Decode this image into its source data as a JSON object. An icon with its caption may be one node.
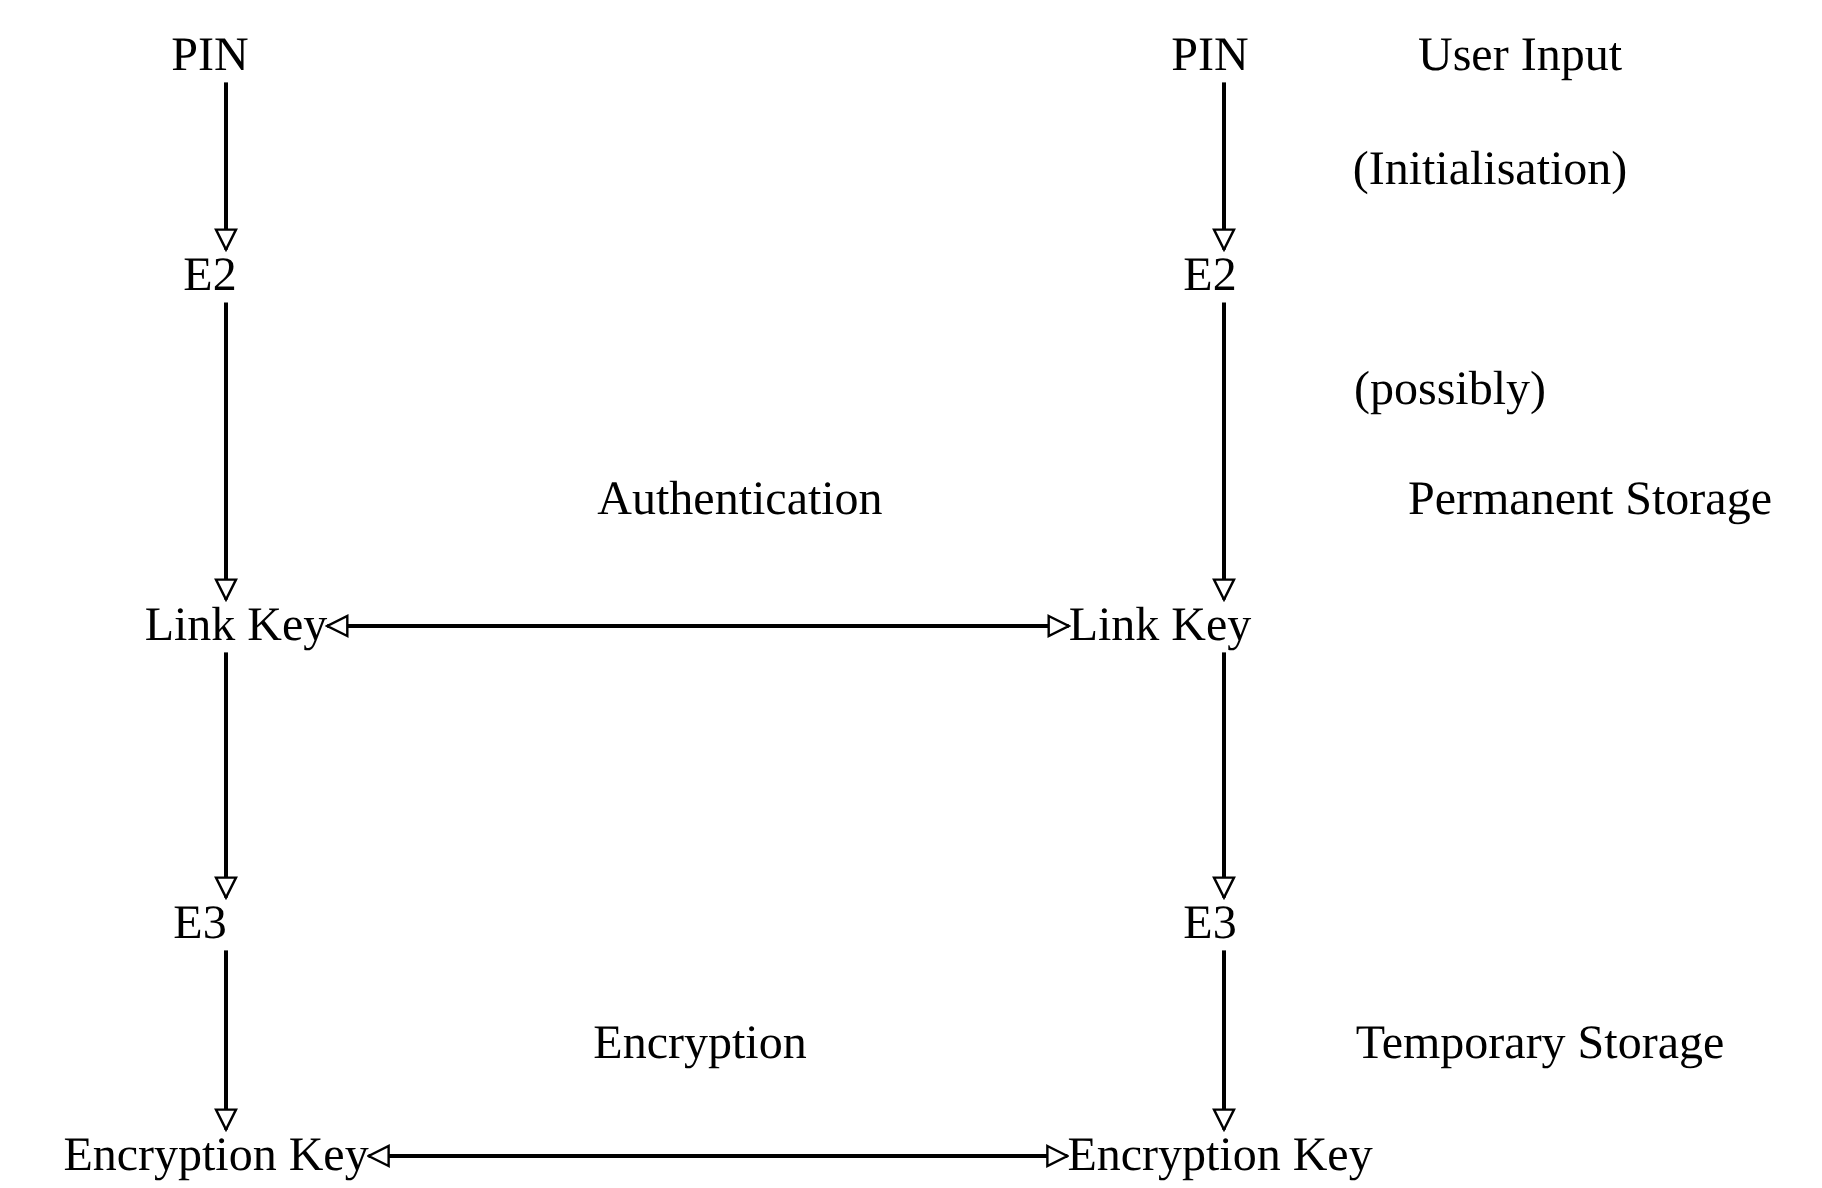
{
  "diagram": {
    "nodes": [
      {
        "text": [
          "PIN"
        ]
      },
      {
        "text": [
          "E2"
        ]
      },
      {
        "text": [
          "Link Key"
        ]
      },
      {
        "text": [
          "E3"
        ]
      },
      {
        "text": [
          "Encryption Key"
        ]
      },
      {
        "text": [
          "PIN"
        ]
      },
      {
        "text": [
          "E2"
        ]
      },
      {
        "text": [
          "Link Key"
        ]
      },
      {
        "text": [
          "E3"
        ]
      },
      {
        "text": [
          "Encryption Key"
        ]
      }
    ],
    "edges": [
      {
        "from": 0,
        "to": 1,
        "arrow": "to"
      },
      {
        "from": 1,
        "to": 2,
        "arrow": "to"
      },
      {
        "from": 2,
        "to": 3,
        "arrow": "to"
      },
      {
        "from": 3,
        "to": 4,
        "arrow": "to"
      },
      {
        "from": 5,
        "to": 6,
        "arrow": "to"
      },
      {
        "from": 6,
        "to": 7,
        "arrow": "to"
      },
      {
        "from": 7,
        "to": 8,
        "arrow": "to"
      },
      {
        "from": 8,
        "to": 9,
        "arrow": "to"
      },
      {
        "from": 2,
        "to": 7,
        "arrow": "both",
        "label": "Authentication"
      },
      {
        "from": 4,
        "to": 9,
        "arrow": "both",
        "label": "Encryption"
      }
    ],
    "labels": [
      "User Input",
      "(Initialisation)",
      "(possibly)",
      "Permanent Storage",
      "Temporary Storage"
    ]
  }
}
